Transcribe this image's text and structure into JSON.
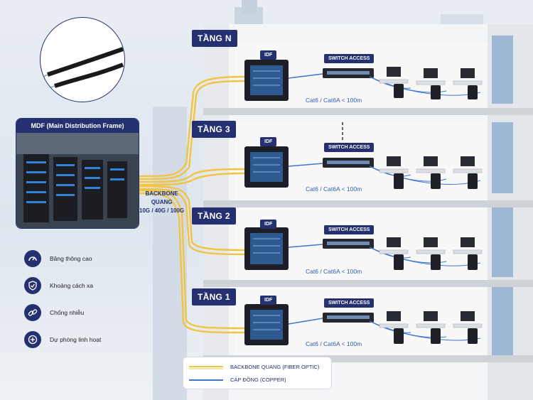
{
  "floors": [
    {
      "label": "TẦNG N",
      "idf": "IDF",
      "switch": "SWITCH ACCESS",
      "cable": "Cat6 / Cat6A < 100m"
    },
    {
      "label": "TẦNG 3",
      "idf": "IDF",
      "switch": "SWITCH ACCESS",
      "cable": "Cat6 / Cat6A < 100m"
    },
    {
      "label": "TẦNG 2",
      "idf": "IDF",
      "switch": "SWITCH ACCESS",
      "cable": "Cat6 / Cat6A < 100m"
    },
    {
      "label": "TẦNG 1",
      "idf": "IDF",
      "switch": "SWITCH ACCESS",
      "cable": "Cat6 / Cat6A < 100m"
    }
  ],
  "mdf": {
    "title": "MDF (Main Distribution Frame)"
  },
  "backbone": {
    "line1": "BACKBONE",
    "line2": "QUANG",
    "line3": "10G / 40G / 100G"
  },
  "features": [
    {
      "icon": "speedometer-icon",
      "label": "Băng thông cao"
    },
    {
      "icon": "shield-check-icon",
      "label": "Khoảng cách xa"
    },
    {
      "icon": "link-icon",
      "label": "Chống nhiễu"
    },
    {
      "icon": "plus-circle-icon",
      "label": "Dự phòng linh hoạt"
    }
  ],
  "legend": {
    "fiber": {
      "label": "BACKBONE QUANG (FIBER OPTIC)",
      "color": "#f2c443"
    },
    "copper": {
      "label": "CÁP ĐỒNG (COPPER)",
      "color": "#3f76d0"
    }
  },
  "colors": {
    "navy": "#24306f",
    "fiber": "#f2c443",
    "copper": "#3f76d0"
  }
}
